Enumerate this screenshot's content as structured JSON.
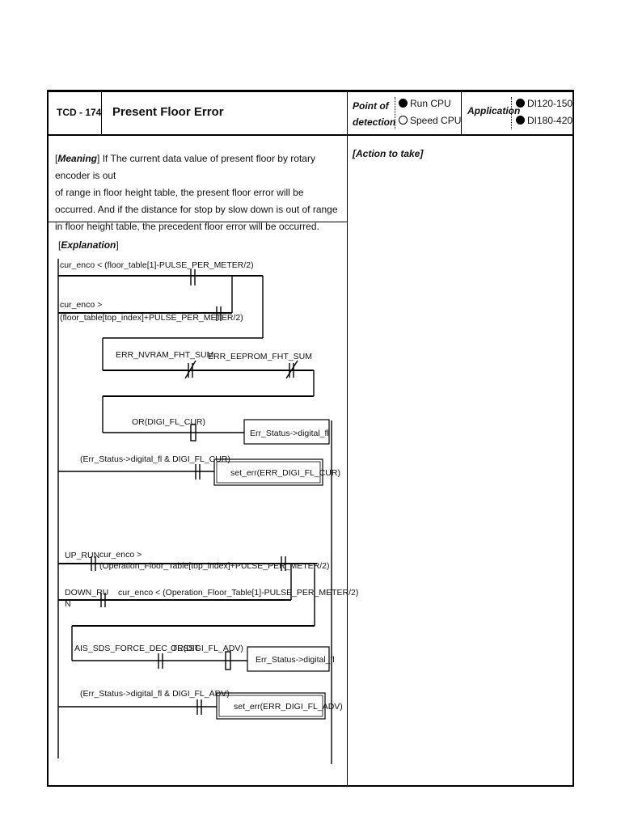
{
  "header": {
    "code": "TCD - 174",
    "title": "Present Floor Error",
    "point_label_line1": "Point of",
    "point_label_line2": "detection",
    "point_option1": "Run CPU",
    "point_option2": "Speed CPU",
    "application_label": "Application",
    "app_option1": "DI120-150",
    "app_option2": "DI180-420"
  },
  "meaning": {
    "label": "Meaning",
    "text": "If The current data value of present floor by rotary encoder is out\nof range in floor height table, the present floor error will be\noccurred. And if the distance for stop by slow down is out of range\nin floor height table, the precedent floor error will be occurred."
  },
  "action": {
    "label": "[Action to take]"
  },
  "explanation": {
    "label": "Explanation",
    "rung1_a": "cur_enco < (floor_table[1]-PULSE_PER_METER/2)",
    "rung1_b1": "cur_enco >",
    "rung1_b2": "(floor_table[top_index]+PULSE_PER_METER/2)",
    "rung1_c1": "ERR_NVRAM_FHT_SUM",
    "rung1_c2": "ERR_EEPROM_FHT_SUM",
    "rung1_or": "OR(DIGI_FL_CUR)",
    "rung1_out": "Err_Status->digital_fl",
    "rung2_cond": "(Err_Status->digital_fl & DIGI_FL_CUR)",
    "rung2_out": "set_err(ERR_DIGI_FL_CUR)",
    "rung3_up": "UP_RUN",
    "rung3_a1": "cur_enco >",
    "rung3_a2": "(Operation_Floor_Table[top_index]+PULSE_PER_METER/2)",
    "rung3_down1": "DOWN_RU",
    "rung3_down2": "N",
    "rung3_b": "cur_enco < (Operation_Floor_Table[1]-PULSE_PER_METER/2)",
    "rung3_sds": "AIS_SDS_FORCE_DEC_TESST",
    "rung3_or": "OR(DIGI_FL_ADV)",
    "rung3_out": "Err_Status->digital_fl",
    "rung4_cond": "(Err_Status->digital_fl & DIGI_FL_ADV)",
    "rung4_out": "set_err(ERR_DIGI_FL_ADV)"
  }
}
